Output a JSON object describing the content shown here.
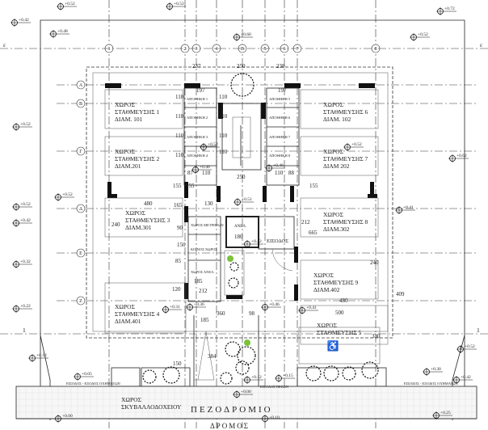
{
  "axes": {
    "columns": [
      "1",
      "2",
      "3",
      "4",
      "Β",
      "5",
      "6",
      "7",
      "8"
    ],
    "rows": [
      "Α",
      "Β",
      "Γ",
      "Δ",
      "Ε",
      "Ζ"
    ],
    "top_axis": "ε",
    "bottom_axis": "1"
  },
  "parking": [
    {
      "title": "ΧΩΡΟΣ",
      "line2": "ΣΤΑΘΜΕΥΣΗΣ 1",
      "line3": "ΔΙΑΜ. 101"
    },
    {
      "title": "ΧΩΡΟΣ",
      "line2": "ΣΤΑΘΜΕΥΣΗΣ 2",
      "line3": "ΔΙΑΜ.201"
    },
    {
      "title": "ΧΩΡΟΣ",
      "line2": "ΣΤΑΘΜΕΥΣΗΣ 3",
      "line3": "ΔΙΑΜ.301"
    },
    {
      "title": "ΧΩΡΟΣ",
      "line2": "ΣΤΑΘΜΕΥΣΗΣ 4",
      "line3": "ΔΙΑΜ.401"
    },
    {
      "title": "ΧΩΡΟΣ",
      "line2": "ΣΤΑΘΜΕΥΣΗΣ 5",
      "line3": ""
    },
    {
      "title": "ΧΩΡΟΣ",
      "line2": "ΣΤΑΘΜΕΥΣΗΣ 6",
      "line3": "ΔΙΑΜ. 102"
    },
    {
      "title": "ΧΩΡΟΣ",
      "line2": "ΣΤΑΘΜΕΥΣΗΣ 7",
      "line3": "ΔΙΑΜ 202"
    },
    {
      "title": "ΧΩΡΟΣ",
      "line2": "ΣΤΑΘΜΕΥΣΗΣ 8",
      "line3": "ΔΙΑΜ.302"
    },
    {
      "title": "ΧΩΡΟΣ",
      "line2": "ΣΤΑΘΜΕΥΣΗΣ 9",
      "line3": "ΔΙΑΜ.402"
    }
  ],
  "storage": [
    "ΑΠΟΘΗΚΗ 1",
    "ΑΠΟΘΗΚΗ 2",
    "ΑΠΟΘΗΚΗ 3",
    "ΑΠΟΘΗΚΗ 4",
    "ΑΠΟΘΗΚΗ 5",
    "ΑΠΟΘΗΚΗ 6",
    "ΑΠΟΘΗΚΗ 7",
    "ΑΠΟΘΗΚΗ 8"
  ],
  "rooms": {
    "meter": "ΧΩΡΟΣ ΜΕΤΡΗΤΩΝ",
    "common": "ΚΟΙΝΟΣ ΧΩΡΟΣ",
    "lift_space": "ΧΩΡΟΣ ΑΝΕΛ.",
    "lift": "ΑΝΕΛ.",
    "entrance": "ΕΙΣΟΔΟΣ",
    "vehicle_entry_left": "ΕΙΣΟΔΟΣ - ΕΞΟΔΟΣ ΟΧΗΜΑΤΩΝ",
    "vehicle_entry_right": "ΕΙΣΟΔΟΣ - ΕΞΟΔΟΣ ΟΧΗΜΑΤΩΝ",
    "pedestrian_entry": "ΕΙΣΟΔΟΣ ΠΕΖΩΝ",
    "bins_1": "ΧΩΡΟΣ",
    "bins_2": "ΣΚΥΒΑΛΛΟΔΟΧΕΙΟΥ",
    "sidewalk": "ΠΕΖΟΔΡΟΜΙΟ",
    "road": "ΔΡΟΜΟΣ"
  },
  "dimensions": [
    "237",
    "250",
    "238",
    "197",
    "197",
    "110",
    "110",
    "110",
    "110",
    "110",
    "110",
    "110",
    "110",
    "87",
    "110",
    "110",
    "88",
    "250",
    "155",
    "155",
    "155",
    "480",
    "240",
    "165",
    "130",
    "90",
    "150",
    "85",
    "185",
    "212",
    "212",
    "180",
    "665",
    "480",
    "240",
    "500",
    "409",
    "330",
    "120",
    "150",
    "384",
    "185",
    "98",
    "360"
  ],
  "elevations": [
    "+0.42",
    "+0.52",
    "+0.52",
    "+0.48",
    "+0.60",
    "+0.52",
    "+0.72",
    "+0.52",
    "+0.52",
    "+0.52",
    "+0.62",
    "+0.52",
    "+0.52",
    "+0.42",
    "+0.51",
    "+0.41",
    "+0.42",
    "+0.32",
    "+0.22",
    "+0.31",
    "+0.36",
    "+0.46",
    "+0.41",
    "+0.12",
    "+0.05",
    "+0.00",
    "+0.00",
    "+0.12",
    "+0.15",
    "+0.10",
    "+0.52",
    "+0.30",
    "+0.42",
    "+0.25",
    "+0.46",
    "+0.46"
  ]
}
